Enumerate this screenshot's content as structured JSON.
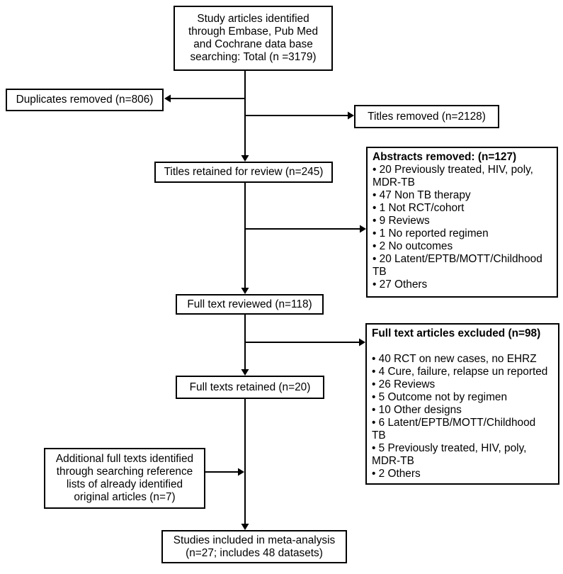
{
  "colors": {
    "background": "#ffffff",
    "box_border": "#000000",
    "text": "#000000",
    "arrow": "#000000"
  },
  "bullet_char": "•",
  "boxes": {
    "identified": {
      "text": "Study articles identified through Embase, Pub Med and Cochrane data base searching: Total (n =3179)"
    },
    "duplicates_removed": {
      "text": "Duplicates removed (n=806)"
    },
    "titles_removed": {
      "text": "Titles removed (n=2128)"
    },
    "titles_retained": {
      "text": "Titles retained for review (n=245)"
    },
    "abstracts_removed": {
      "title": "Abstracts removed: (n=127)",
      "items": [
        "20 Previously treated, HIV, poly, MDR-TB",
        "47 Non TB therapy",
        "1 Not RCT/cohort",
        "9 Reviews",
        "1 No reported regimen",
        "2 No outcomes",
        "20 Latent/EPTB/MOTT/Childhood TB",
        "27 Others"
      ]
    },
    "full_text_reviewed": {
      "text": "Full text reviewed (n=118)"
    },
    "full_text_excluded": {
      "title": "Full text articles excluded (n=98)",
      "items": [
        "40 RCT on new cases, no EHRZ",
        "4 Cure, failure, relapse un reported",
        "26 Reviews",
        "5 Outcome not by regimen",
        "10 Other designs",
        "6 Latent/EPTB/MOTT/Childhood TB",
        "5 Previously treated, HIV, poly, MDR-TB",
        "2 Others"
      ]
    },
    "full_texts_retained": {
      "text": "Full texts retained (n=20)"
    },
    "additional_full_texts": {
      "text": "Additional full texts identified through searching reference lists of already identified original articles (n=7)"
    },
    "included": {
      "text": "Studies included in meta-analysis (n=27; includes 48 datasets)"
    }
  }
}
